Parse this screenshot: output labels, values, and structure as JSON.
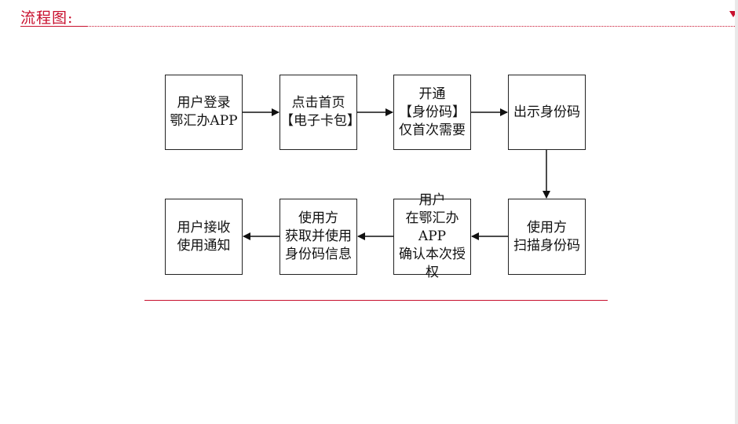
{
  "header": {
    "title": "流程图:"
  },
  "flow": {
    "row1": [
      {
        "lines": [
          "用户登录",
          "鄂汇办APP"
        ]
      },
      {
        "lines": [
          "点击首页",
          "【电子卡包】"
        ]
      },
      {
        "lines": [
          "开通",
          "【身份码】",
          "仅首次需要"
        ]
      },
      {
        "lines": [
          "出示身份码"
        ]
      }
    ],
    "row2": [
      {
        "lines": [
          "用户接收",
          "使用通知"
        ]
      },
      {
        "lines": [
          "使用方",
          "获取并使用",
          "身份码信息"
        ]
      },
      {
        "lines": [
          "用户",
          "在鄂汇办APP",
          "确认本次授权"
        ]
      },
      {
        "lines": [
          "使用方",
          "扫描身份码"
        ]
      }
    ]
  }
}
